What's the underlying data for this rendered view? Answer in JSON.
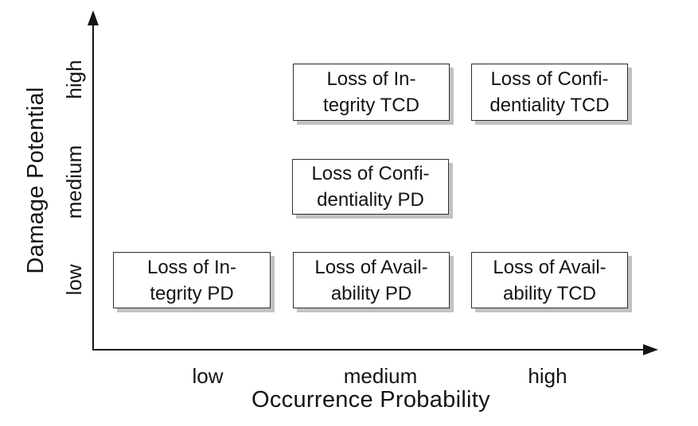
{
  "figure": {
    "colors": {
      "background": "#ffffff",
      "text": "#141414",
      "axis": "#141414",
      "box_border": "#2e2e2e",
      "box_fill": "#ffffff",
      "box_shadow": "#c2c2c2"
    }
  },
  "chart_data": {
    "type": "scatter",
    "title": "",
    "xlabel": "Occurrence Probability",
    "ylabel": "Damage Potential",
    "x_categories": [
      "low",
      "medium",
      "high"
    ],
    "y_categories": [
      "low",
      "medium",
      "high"
    ],
    "grid": false,
    "legend": false,
    "points": [
      {
        "label": "Loss of Integrity TCD",
        "x": "medium",
        "y": "high"
      },
      {
        "label": "Loss of Confidentiality TCD",
        "x": "high",
        "y": "high"
      },
      {
        "label": "Loss of Confidentiality PD",
        "x": "medium",
        "y": "medium"
      },
      {
        "label": "Loss of Integrity PD",
        "x": "low",
        "y": "low"
      },
      {
        "label": "Loss of Availability PD",
        "x": "medium",
        "y": "low"
      },
      {
        "label": "Loss of Availability TCD",
        "x": "high",
        "y": "low"
      }
    ]
  },
  "axes": {
    "x_title": "Occurrence Probability",
    "y_title": "Damage Potential",
    "x_ticks": [
      "low",
      "medium",
      "high"
    ],
    "y_ticks_top_to_bottom": [
      "high",
      "medium",
      "low"
    ]
  },
  "boxes": [
    {
      "text": "Loss of In-\ntegrity TCD",
      "x": "medium",
      "y": "high"
    },
    {
      "text": "Loss of Confi-\ndentiality TCD",
      "x": "high",
      "y": "high"
    },
    {
      "text": "Loss of Confi-\ndentiality PD",
      "x": "medium",
      "y": "medium"
    },
    {
      "text": "Loss of In-\ntegrity PD",
      "x": "low",
      "y": "low"
    },
    {
      "text": "Loss of Avail-\nability PD",
      "x": "medium",
      "y": "low"
    },
    {
      "text": "Loss of Avail-\nability TCD",
      "x": "high",
      "y": "low"
    }
  ]
}
